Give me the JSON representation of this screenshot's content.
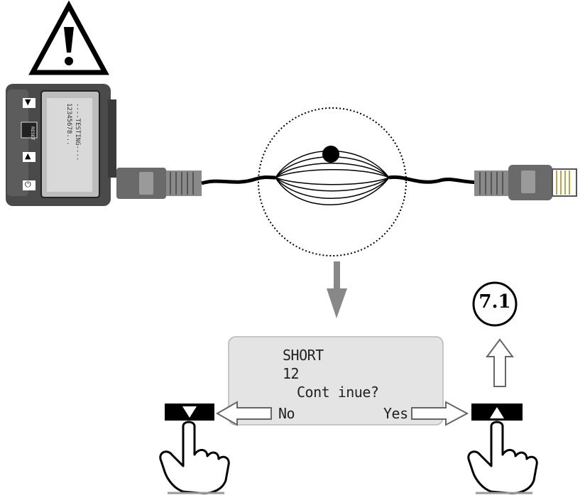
{
  "device": {
    "screen_line1": "----TESTING----",
    "screen_line2": "12345678...",
    "btn_prev_glyph": "▼",
    "btn_mid_label": "RESET",
    "btn_next_glyph": "▲",
    "btn_power_glyph": "⏻"
  },
  "lcd": {
    "line1": "SHORT",
    "line2": "12",
    "line3": "Cont inue?",
    "no_label": "No",
    "yes_label": "Yes"
  },
  "step_ref": "7.1",
  "icons": {
    "warning": "warning-triangle-icon",
    "down_arrow": "down-arrow-icon",
    "up_arrow": "up-arrow-icon",
    "left_arrow": "left-arrow-icon",
    "right_arrow": "right-arrow-icon",
    "hand": "pointing-hand-icon"
  },
  "colors": {
    "lcd_bg": "#e4e4e4",
    "arrow_grey": "#888888",
    "device_body": "#4a4a4a"
  }
}
